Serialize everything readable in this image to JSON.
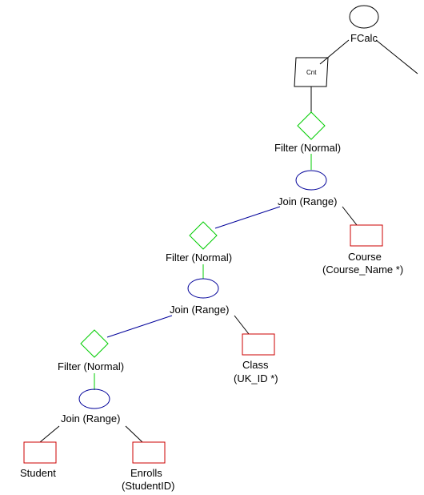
{
  "nodes": {
    "fcalc": {
      "label": "FCalc"
    },
    "cnt": {
      "label": "Cnt"
    },
    "filter1": {
      "label": "Filter (Normal)"
    },
    "join1": {
      "label": "Join (Range)"
    },
    "course": {
      "label": "Course",
      "sublabel": "(Course_Name *)"
    },
    "filter2": {
      "label": "Filter (Normal)"
    },
    "join2": {
      "label": "Join (Range)"
    },
    "class": {
      "label": "Class",
      "sublabel": "(UK_ID *)"
    },
    "filter3": {
      "label": "Filter (Normal)"
    },
    "join3": {
      "label": "Join (Range)"
    },
    "student": {
      "label": "Student"
    },
    "enrolls": {
      "label": "Enrolls",
      "sublabel": "(StudentID)"
    }
  },
  "colors": {
    "aggregate": "#000000",
    "filter": "#00cc00",
    "join": "#000099",
    "table": "#cc0000",
    "edge_black": "#000000",
    "edge_green": "#00cc00",
    "edge_blue": "#000099"
  }
}
